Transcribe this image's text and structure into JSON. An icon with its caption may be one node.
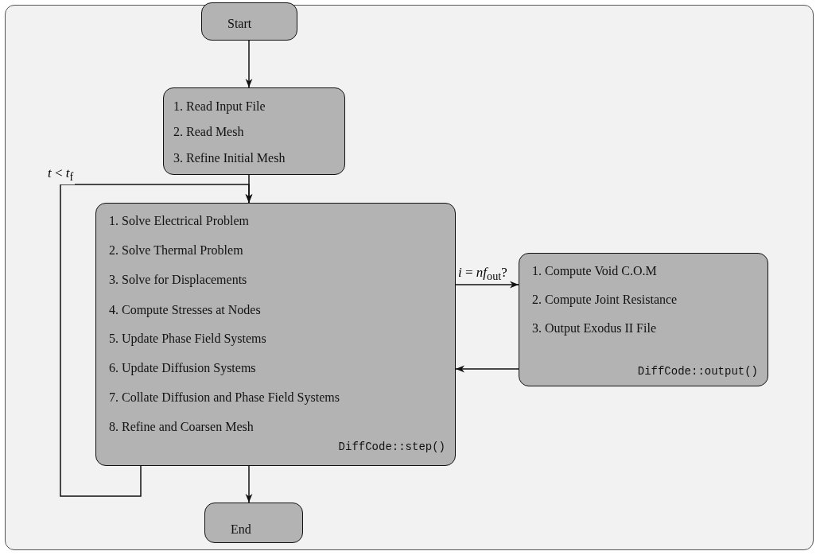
{
  "diagram": {
    "nodes": [
      {
        "text": [
          "Start"
        ]
      },
      {
        "text": [
          "1. Read Input File",
          "2. Read Mesh",
          "3. Refine Initial Mesh"
        ]
      },
      {
        "text": [
          "1. Solve Electrical Problem",
          "2. Solve Thermal Problem",
          "3. Solve for Displacements",
          "4. Compute Stresses at Nodes",
          "5. Update Phase Field Systems",
          "6. Update Diffusion Systems",
          "7. Collate Diffusion and Phase Field Systems",
          "8. Refine and Coarsen Mesh",
          "DiffCode::step()"
        ]
      },
      {
        "text": [
          "1. Compute Void C.O.M",
          "2. Compute Joint Resistance",
          "3. Output Exodus II File",
          "DiffCode::output()"
        ]
      },
      {
        "text": [
          "End"
        ]
      }
    ],
    "edges": [
      {
        "from": 0,
        "to": 1,
        "arrow": "to"
      },
      {
        "from": 1,
        "to": 2,
        "arrow": "to"
      },
      {
        "from": 2,
        "to": 2,
        "arrow": "to",
        "label": "*t* < *t*$_{f}$"
      },
      {
        "from": 2,
        "to": 3,
        "arrow": "to",
        "label": "*i* = *nf*$_{out}$?"
      },
      {
        "from": 3,
        "to": 2,
        "arrow": "to"
      },
      {
        "from": 2,
        "to": 4,
        "arrow": "to"
      }
    ]
  }
}
